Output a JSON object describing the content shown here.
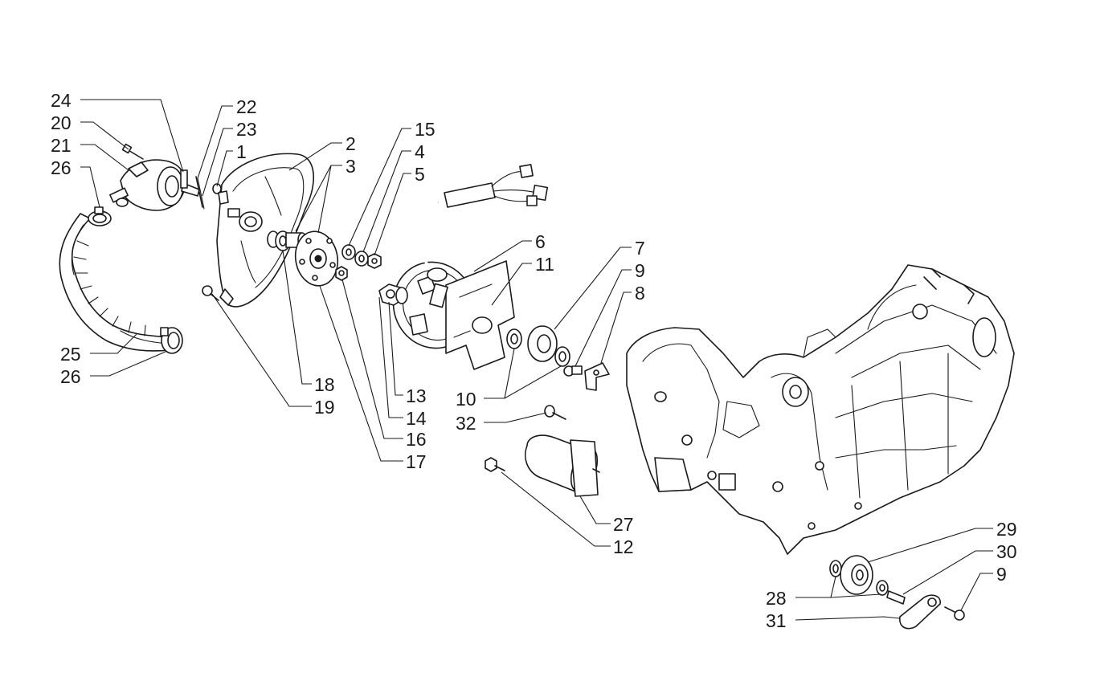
{
  "diagram": {
    "callouts": [
      {
        "id": "c24a",
        "label": "24"
      },
      {
        "id": "c20",
        "label": "20"
      },
      {
        "id": "c21",
        "label": "21"
      },
      {
        "id": "c26a",
        "label": "26"
      },
      {
        "id": "c22",
        "label": "22"
      },
      {
        "id": "c23",
        "label": "23"
      },
      {
        "id": "c1",
        "label": "1"
      },
      {
        "id": "c2",
        "label": "2"
      },
      {
        "id": "c3",
        "label": "3"
      },
      {
        "id": "c15",
        "label": "15"
      },
      {
        "id": "c4",
        "label": "4"
      },
      {
        "id": "c5",
        "label": "5"
      },
      {
        "id": "c6",
        "label": "6"
      },
      {
        "id": "c11",
        "label": "11"
      },
      {
        "id": "c7",
        "label": "7"
      },
      {
        "id": "c9a",
        "label": "9"
      },
      {
        "id": "c8",
        "label": "8"
      },
      {
        "id": "c25",
        "label": "25"
      },
      {
        "id": "c26b",
        "label": "26"
      },
      {
        "id": "c18",
        "label": "18"
      },
      {
        "id": "c19",
        "label": "19"
      },
      {
        "id": "c13",
        "label": "13"
      },
      {
        "id": "c14",
        "label": "14"
      },
      {
        "id": "c16",
        "label": "16"
      },
      {
        "id": "c17",
        "label": "17"
      },
      {
        "id": "c10",
        "label": "10"
      },
      {
        "id": "c32",
        "label": "32"
      },
      {
        "id": "c27",
        "label": "27"
      },
      {
        "id": "c12",
        "label": "12"
      },
      {
        "id": "c29",
        "label": "29"
      },
      {
        "id": "c30",
        "label": "30"
      },
      {
        "id": "c9b",
        "label": "9"
      },
      {
        "id": "c28",
        "label": "28"
      },
      {
        "id": "c31",
        "label": "31"
      }
    ]
  }
}
